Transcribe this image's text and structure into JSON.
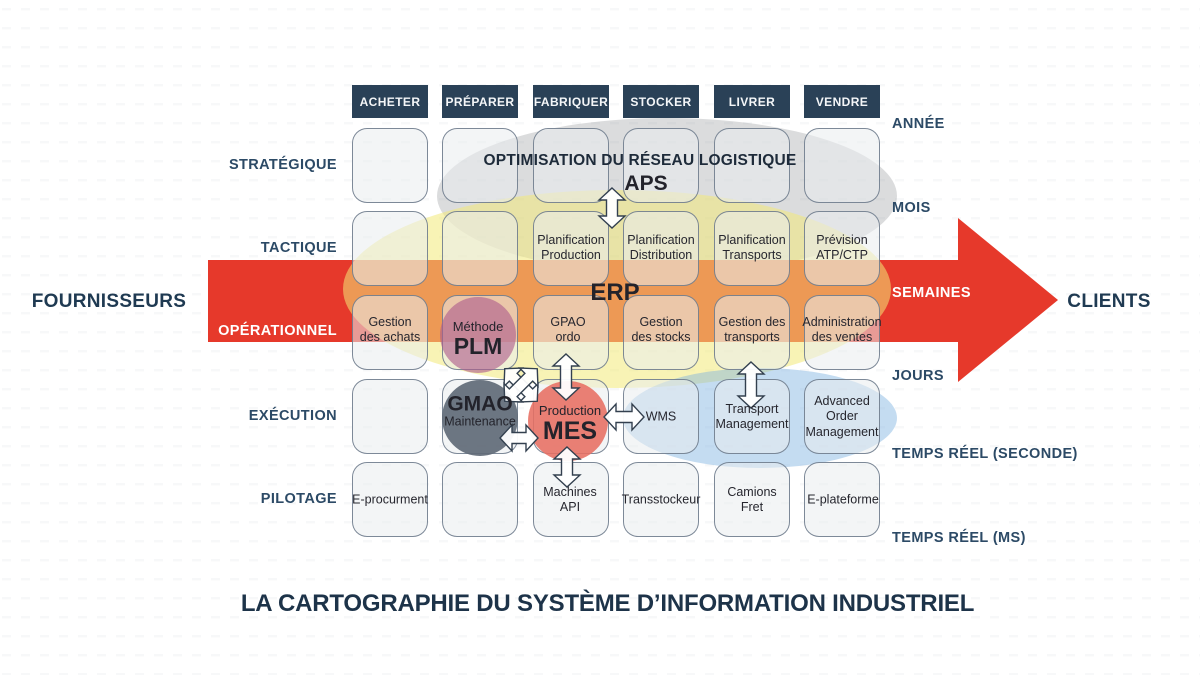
{
  "title": "LA CARTOGRAPHIE DU SYSTÈME D’INFORMATION INDUSTRIEL",
  "process_steps": [
    "ACHETER",
    "PRÉPARER",
    "FABRIQUER",
    "STOCKER",
    "LIVRER",
    "VENDRE"
  ],
  "decision_levels": [
    "STRATÉGIQUE",
    "TACTIQUE",
    "OPÉRATIONNEL",
    "EXÉCUTION",
    "PILOTAGE"
  ],
  "time_horizons": [
    "ANNÉE",
    "MOIS",
    "SEMAINES",
    "JOURS",
    "TEMPS RÉEL (SECONDE)",
    "TEMPS RÉEL (MS)"
  ],
  "flow": {
    "source": "FOURNISSEURS",
    "target": "CLIENTS"
  },
  "systems": {
    "aps": {
      "label": "APS",
      "caption": "OPTIMISATION DU RÉSEAU LOGISTIQUE"
    },
    "erp": {
      "label": "ERP"
    },
    "plm": {
      "label": "PLM",
      "caption": "Méthode"
    },
    "gmao": {
      "label": "GMAO",
      "caption": "Maintenance"
    },
    "mes": {
      "label": "MES",
      "caption": "Production"
    }
  },
  "cells": {
    "tactique": {
      "fabriquer": "Planification\nProduction",
      "stocker": "Planification\nDistribution",
      "livrer": "Planification\nTransports",
      "vendre": "Prévision\nATP/CTP"
    },
    "operationnel": {
      "acheter": "Gestion\ndes achats",
      "fabriquer": "GPAO\nordo",
      "stocker": "Gestion\ndes stocks",
      "livrer": "Gestion des\ntransports",
      "vendre": "Administration\ndes ventes"
    },
    "execution": {
      "stocker": "WMS",
      "livrer": "Transport\nManagement",
      "vendre": "Advanced\nOrder\nManagement"
    },
    "pilotage": {
      "acheter": "E-procurment",
      "fabriquer": "Machines\nAPI",
      "stocker": "Transstockeur",
      "livrer": "Camions\nFret",
      "vendre": "E-plateforme"
    }
  },
  "colors": {
    "accent_red": "#e6392b",
    "navy": "#2a4157",
    "yellow_zone": "#f3e978",
    "blue_zone": "#7db2e1",
    "gray_zone": "#919498",
    "plm_circle": "#af5c8c",
    "gmao_circle": "#616a77",
    "mes_circle": "#e76e62"
  }
}
